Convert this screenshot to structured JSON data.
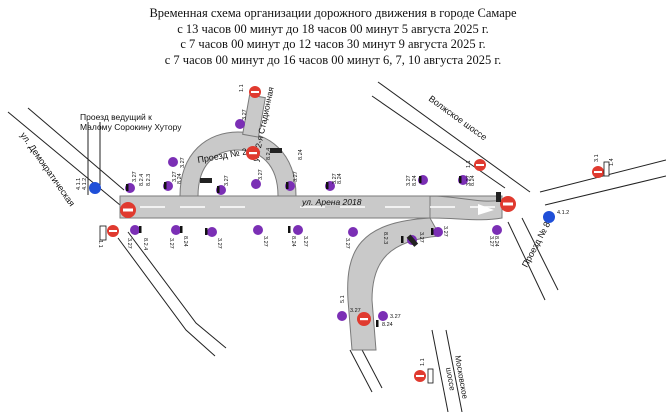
{
  "title": {
    "line1": "Временная схема организации дорожного движения в городе Самаре",
    "line2": "с 13 часов 00 минут до 18 часов 00 минут 5 августа 2025 г.",
    "line3": "с 7 часов 00 минут до 12 часов 30 минут 9 августа 2025 г.",
    "line4": "с 7 часов 00 минут до 16 часов 00 минут 6, 7, 10 августа 2025 г."
  },
  "streets": {
    "demokraticheskaya": "ул. Демократическая",
    "proezd_line1": "Проезд ведущий к",
    "proezd_line2": "Малому Сорокину Хутору",
    "proezd2": "Проезд № 2",
    "stadionnaya": "ул. 2-я Стадионная",
    "arena": "ул. Арена 2018",
    "volzhskoe": "Волжское шоссе",
    "proezd8": "Проезд № 8",
    "moskovskoe_line1": "Московское",
    "moskovskoe_line2": "шоссе"
  },
  "sign_labels": {
    "s3_27": "3.27",
    "s8_24": "8.24",
    "s8_2_4": "8.2.4",
    "s8_2_3": "8.2.3",
    "s4_1_1": "4.1.1",
    "s4_1_2": "4.1.2",
    "s5_1": "5.1",
    "s1_4": "1.4",
    "s1_1": "1.1",
    "s3_1": "3.1"
  },
  "colors": {
    "road": "#c9c9c9",
    "road_edge": "#7a7a7a",
    "no_parking_sign": "#7b2fb5",
    "no_entry_sign": "#e03a2f",
    "direction_sign": "#1f4fd8"
  }
}
